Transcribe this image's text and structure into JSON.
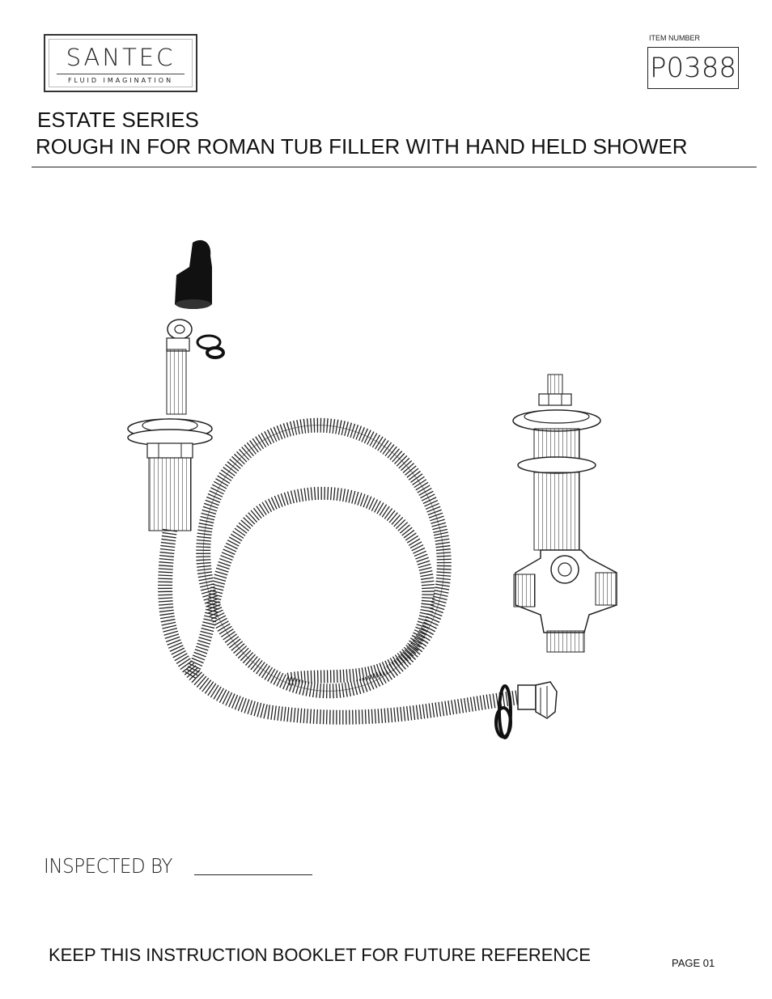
{
  "logo": {
    "name": "SANTEC",
    "tagline": "FLUID IMAGINATION"
  },
  "item": {
    "label": "ITEM NUMBER",
    "number": "P0388"
  },
  "header": {
    "series": "ESTATE SERIES",
    "title": "ROUGH IN FOR ROMAN TUB FILLER WITH HAND HELD SHOWER"
  },
  "footer": {
    "inspected_label": "INSPECTED BY",
    "keep_notice": "KEEP THIS INSTRUCTION BOOKLET  FOR FUTURE REFERENCE",
    "page": "PAGE 01"
  }
}
